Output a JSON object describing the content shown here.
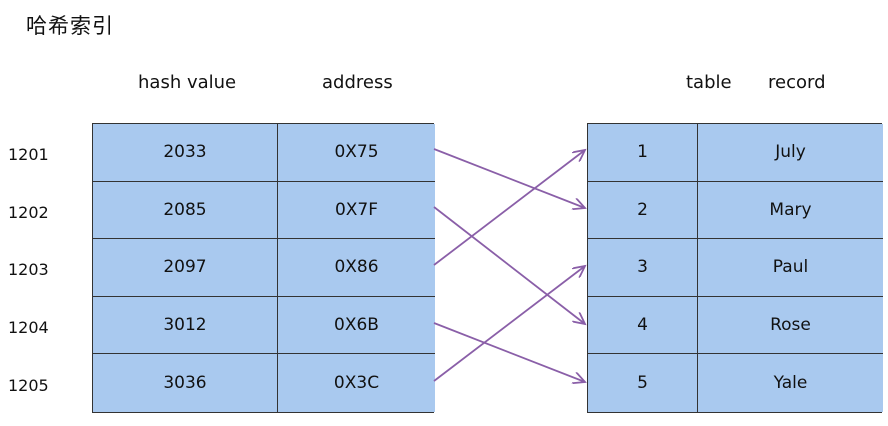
{
  "title": "哈希索引",
  "headers": {
    "hash_value": "hash value",
    "address": "address",
    "table": "table",
    "record": "record"
  },
  "keys": [
    "1201",
    "1202",
    "1203",
    "1204",
    "1205"
  ],
  "hash_rows": [
    {
      "hash": "2033",
      "address": "0X75"
    },
    {
      "hash": "2085",
      "address": "0X7F"
    },
    {
      "hash": "2097",
      "address": "0X86"
    },
    {
      "hash": "3012",
      "address": "0X6B"
    },
    {
      "hash": "3036",
      "address": "0X3C"
    }
  ],
  "table_rows": [
    {
      "table": "1",
      "record": "July"
    },
    {
      "table": "2",
      "record": "Mary"
    },
    {
      "table": "3",
      "record": "Paul"
    },
    {
      "table": "4",
      "record": "Rose"
    },
    {
      "table": "5",
      "record": "Yale"
    }
  ],
  "mapping": [
    2,
    4,
    1,
    5,
    3
  ],
  "colors": {
    "cell_fill": "#a9c9ef",
    "border": "#333333",
    "arrow": "#8a5fa8"
  }
}
